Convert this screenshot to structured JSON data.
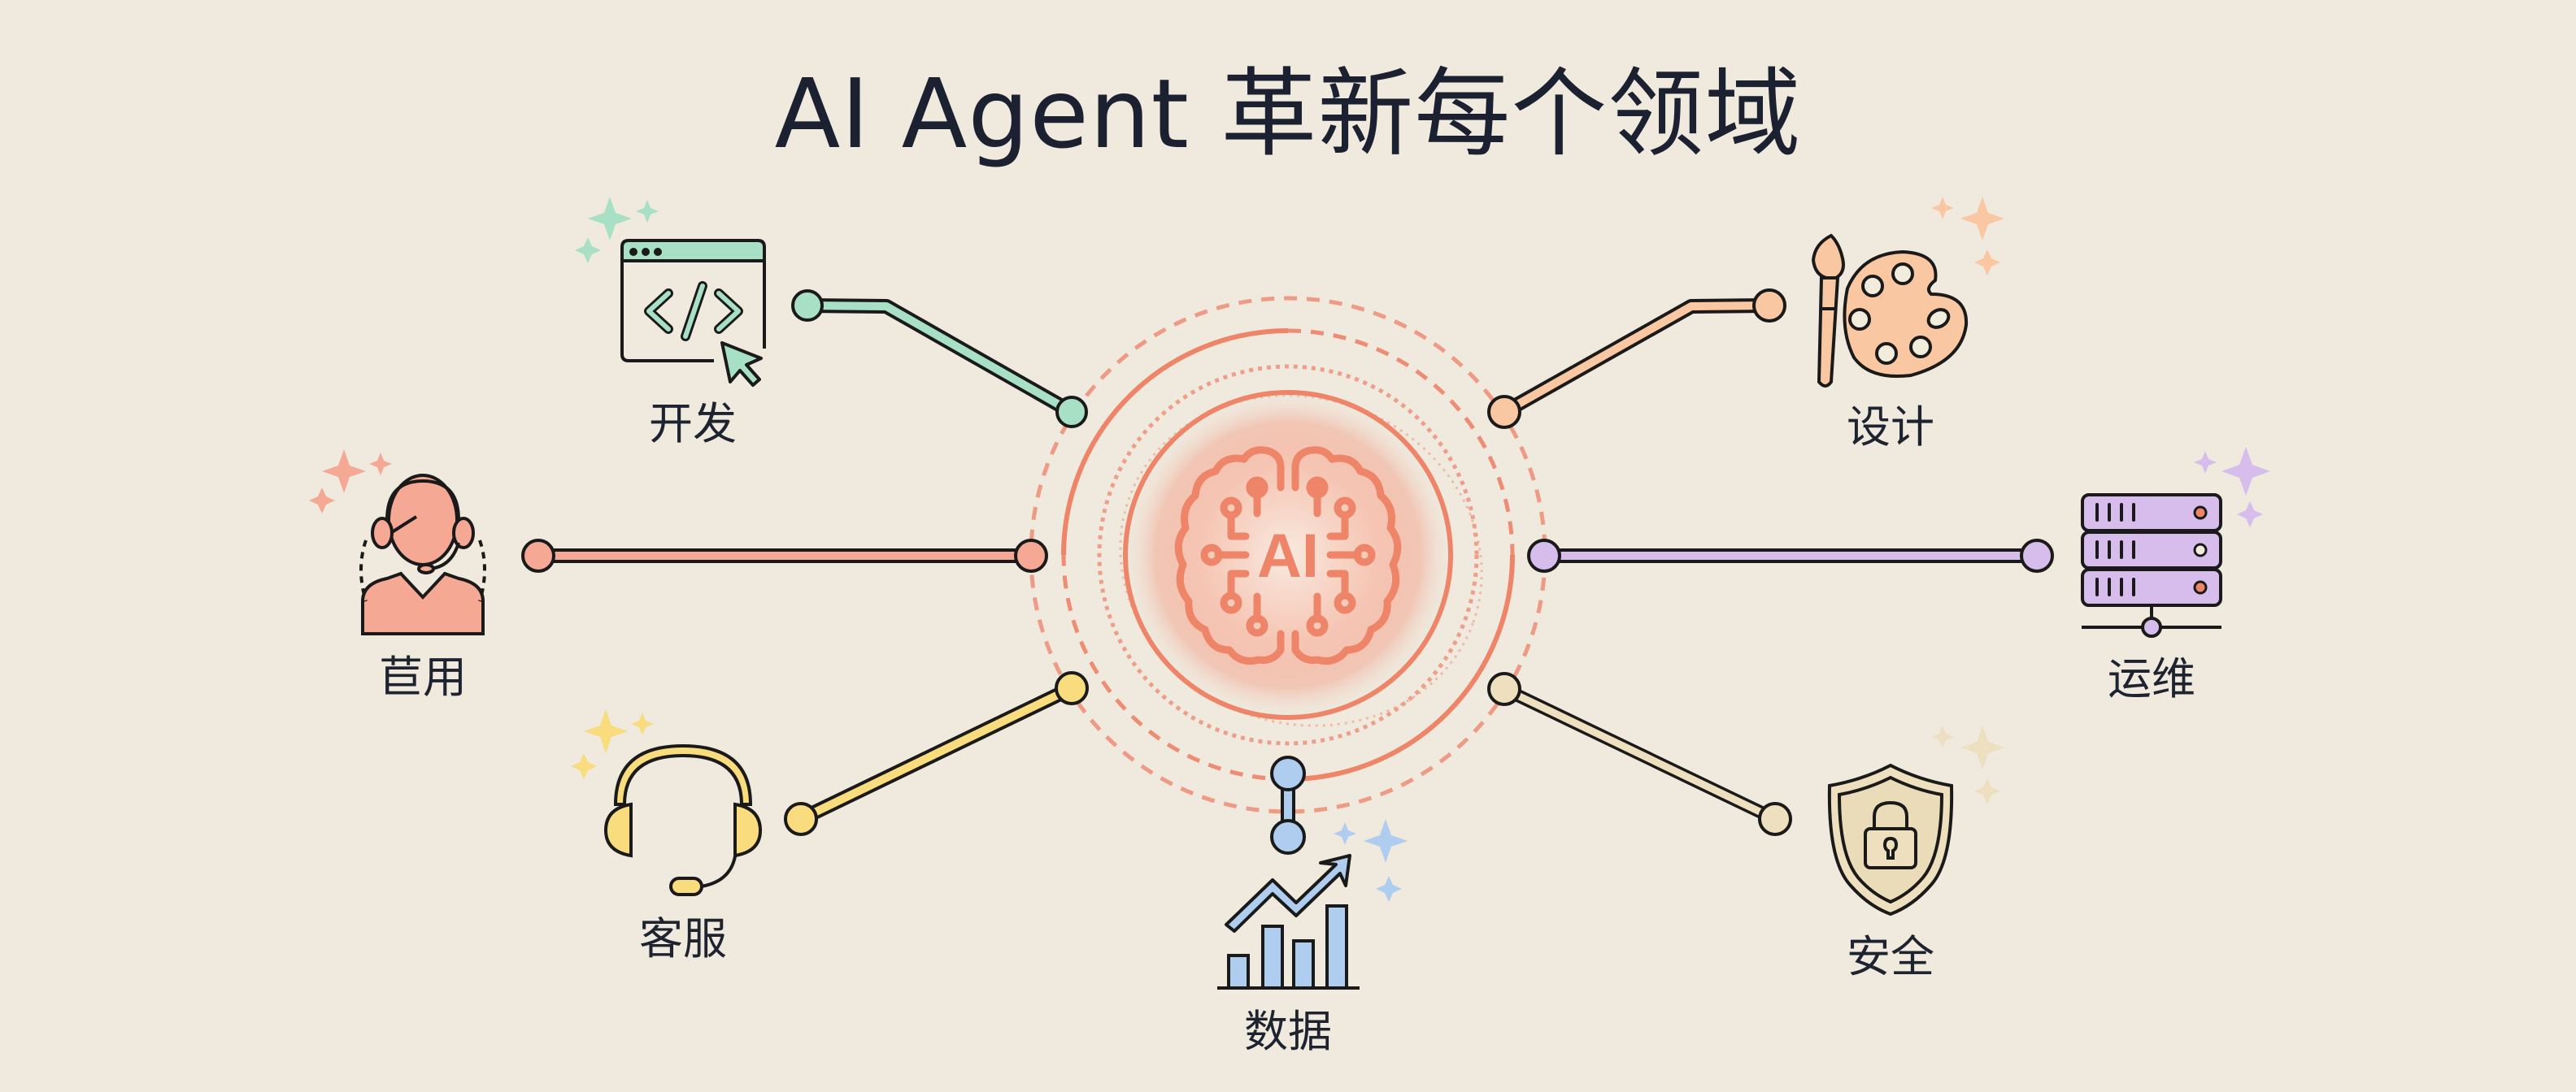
{
  "title": "AI Agent 革新每个领域",
  "center": {
    "text": "AI",
    "icon": "brain-circuit-icon",
    "color": "#EE8468"
  },
  "colors": {
    "background": "#EFE9DE",
    "outline": "#1A1A1A",
    "ring": "#EE8468"
  },
  "domains": [
    {
      "id": "dev",
      "label": "开发",
      "icon": "code-window-icon",
      "color": "#A8E0C6"
    },
    {
      "id": "sales",
      "label": "苣用",
      "icon": "support-agent-icon",
      "color": "#F5A894"
    },
    {
      "id": "service",
      "label": "客服",
      "icon": "headset-icon",
      "color": "#F8DC7E"
    },
    {
      "id": "data",
      "label": "数据",
      "icon": "bar-chart-icon",
      "color": "#AFCDEE"
    },
    {
      "id": "security",
      "label": "安全",
      "icon": "shield-lock-icon",
      "color": "#EEE0BE"
    },
    {
      "id": "ops",
      "label": "运维",
      "icon": "server-icon",
      "color": "#D7BDEB"
    },
    {
      "id": "design",
      "label": "设计",
      "icon": "palette-icon",
      "color": "#F9C7A1"
    }
  ]
}
